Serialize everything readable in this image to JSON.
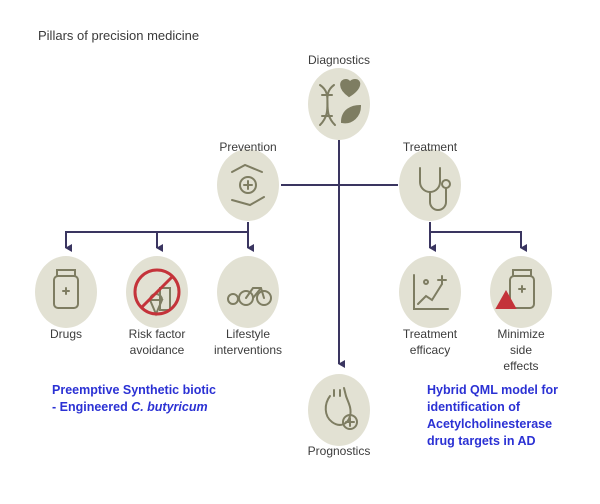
{
  "title": "Pillars of precision medicine",
  "nodes": {
    "diagnostics": "Diagnostics",
    "prevention": "Prevention",
    "treatment": "Treatment",
    "prognostics": "Prognostics",
    "drugs": "Drugs",
    "risk_factor": [
      "Risk factor",
      "avoidance"
    ],
    "lifestyle": [
      "Lifestyle",
      "interventions"
    ],
    "treatment_efficacy": [
      "Treatment",
      "efficacy"
    ],
    "minimize": [
      "Minimize",
      "side",
      "effects"
    ]
  },
  "annotations": {
    "left": {
      "line1": "Preemptive Synthetic biotic",
      "line2_prefix": "- Engineered ",
      "line2_italic": "C. butyricum"
    },
    "right": [
      "Hybrid QML model for",
      "identification of",
      "Acetylcholinesterase",
      "drug targets in AD"
    ]
  },
  "colors": {
    "line": "#3a3560",
    "circle": "#e2e1d3",
    "icon": "#7e7d62",
    "annotation": "#2b31d4",
    "warning": "#c4333a"
  }
}
